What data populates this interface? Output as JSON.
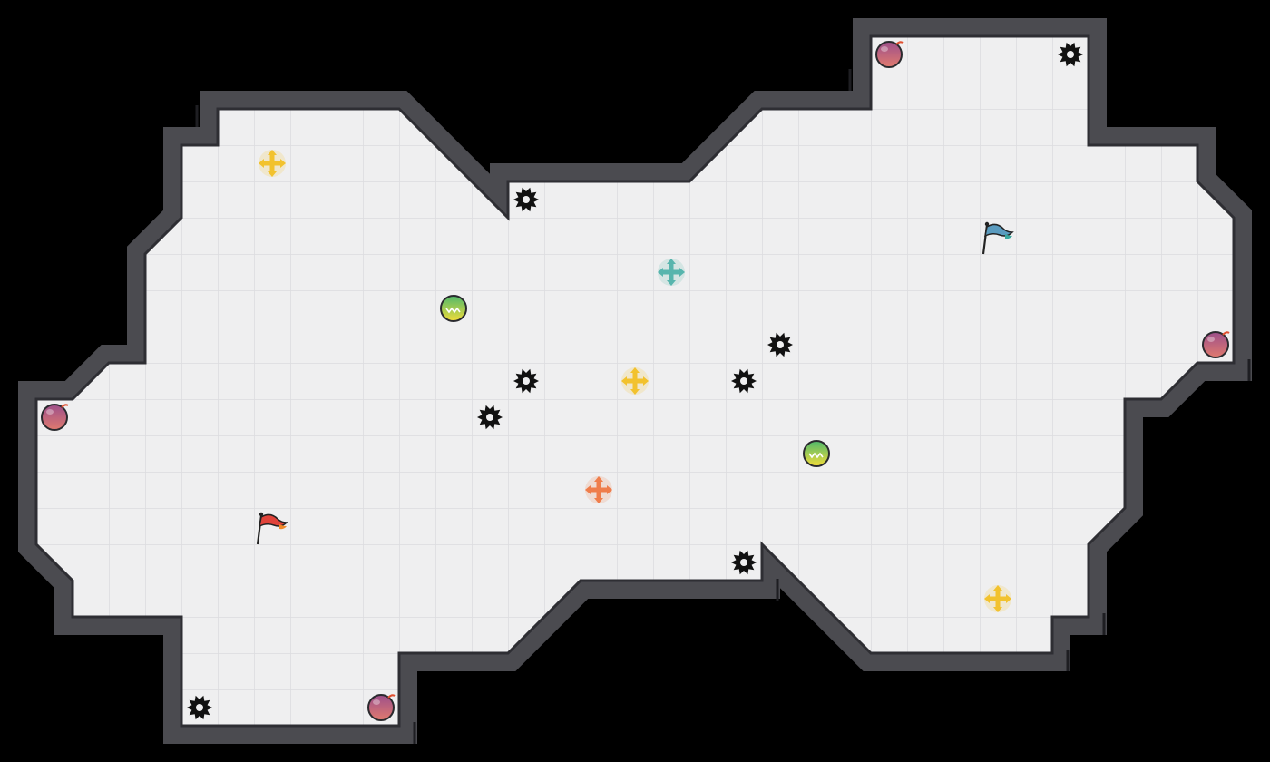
{
  "board": {
    "name": "arena-map",
    "floor_color": "#efeff0",
    "grid_line_color": "#dcdcdf",
    "wall_color": "#4b4b50",
    "wall_edge_color": "#2a2a2e",
    "background_color": "#000000"
  },
  "flags": [
    {
      "team": "red",
      "color": "#e0433a",
      "tip_color": "#f08a2a"
    },
    {
      "team": "blue",
      "color": "#5a9bbf",
      "tip_color": "#3aa8a0"
    }
  ],
  "icons": {
    "saw": "saw-blade-icon",
    "bomb": "bomb-icon",
    "orb": "speed-orb-icon",
    "spawn": "spawn-cross-icon",
    "flag": "team-flag-icon"
  },
  "spawn_colors": {
    "yellow": "#f2c22e",
    "teal": "#57b5ad",
    "orange": "#ef7d4b"
  },
  "bomb_colors": {
    "top": "#9d4f8a",
    "bottom": "#e07a6f",
    "fuse": "#e05030"
  },
  "orb_colors": {
    "top": "#4fb86b",
    "bottom": "#f2dd3a"
  }
}
